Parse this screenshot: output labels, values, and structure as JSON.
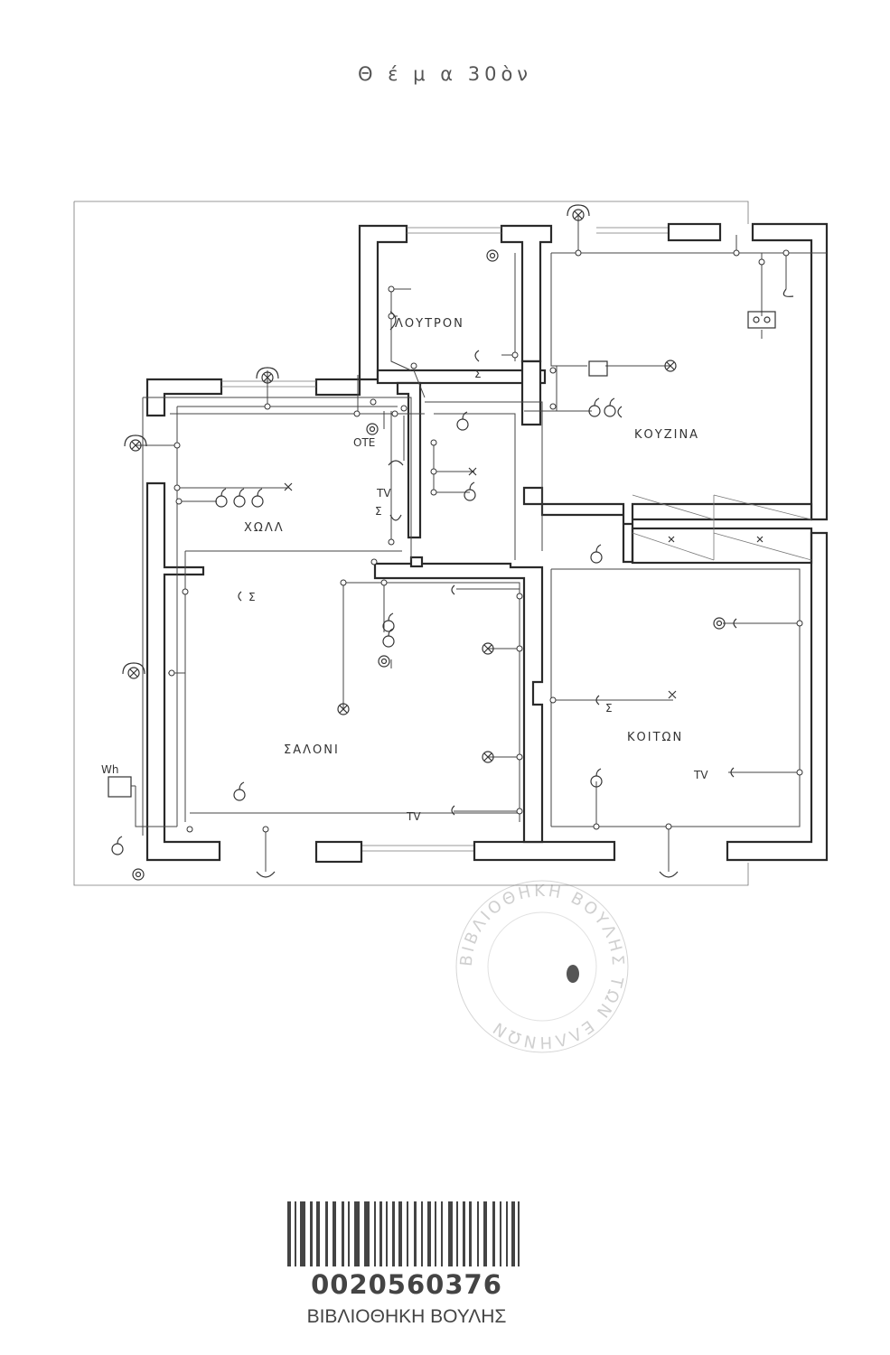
{
  "title": "Θ έ μ α  30ὸν",
  "rooms": {
    "bathroom": "ΛΟΥΤΡΟΝ",
    "kitchen": "ΚΟΥΖΙΝΑ",
    "hall": "ΧΩΛΛ",
    "living": "ΣΑΛΟΝΙ",
    "bedroom": "ΚΟΙΤΩΝ"
  },
  "symbols": {
    "ote": "ΟΤΕ",
    "tv": "TV",
    "sigma": "Σ",
    "meter": "Wh"
  },
  "stamp": "ΒΙΒΛΙΟΘΗΚΗ ΒΟΥΛΗΣ ΤΩΝ ΕΛΛΗΝΩΝ",
  "barcode": {
    "number": "0020560376",
    "label": "ΒΙΒΛΙΟΘΗΚΗ ΒΟΥΛΗΣ"
  }
}
